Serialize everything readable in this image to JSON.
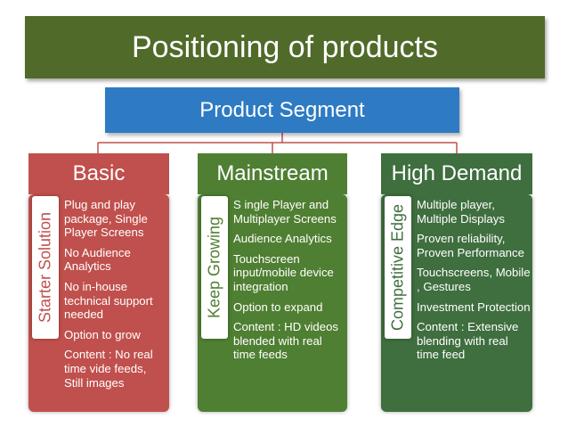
{
  "title": "Positioning of products",
  "root": "Product Segment",
  "colors": {
    "title_bg": "#506a2a",
    "root_bg": "#2e7bc4",
    "connector": "#c0504d",
    "basic": "#c0504d",
    "mainstream": "#4f7f32",
    "high_demand": "#3f6e3f"
  },
  "segments": [
    {
      "heading": "Basic",
      "side_label": "Starter Solution",
      "items": [
        "Plug and play package, Single Player Screens",
        "No Audience Analytics",
        "No in-house technical support needed",
        "Option to grow",
        "Content : No real time vide feeds, Still  images"
      ]
    },
    {
      "heading": "Mainstream",
      "side_label": "Keep Growing",
      "items": [
        "S ingle Player and Multiplayer Screens",
        "Audience Analytics",
        "Touchscreen input/mobile device integration",
        "Option to expand",
        "Content : HD videos blended with real time feeds"
      ]
    },
    {
      "heading": "High Demand",
      "side_label": "Competitive Edge",
      "items": [
        "Multiple player, Multiple Displays",
        "Proven reliability, Proven Performance",
        "Touchscreens, Mobile , Gestures",
        "Investment Protection",
        "Content : Extensive blending with real time feed"
      ]
    }
  ]
}
